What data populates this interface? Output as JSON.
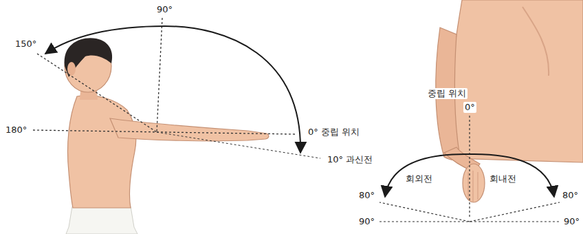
{
  "diagram": {
    "labels": [
      "90°",
      "150°",
      "180°",
      "0° 중립 위치",
      "10° 과신전",
      "중립 위치",
      "0°",
      "회외전",
      "회내전",
      "80°",
      "80°",
      "90°",
      "90°"
    ]
  }
}
